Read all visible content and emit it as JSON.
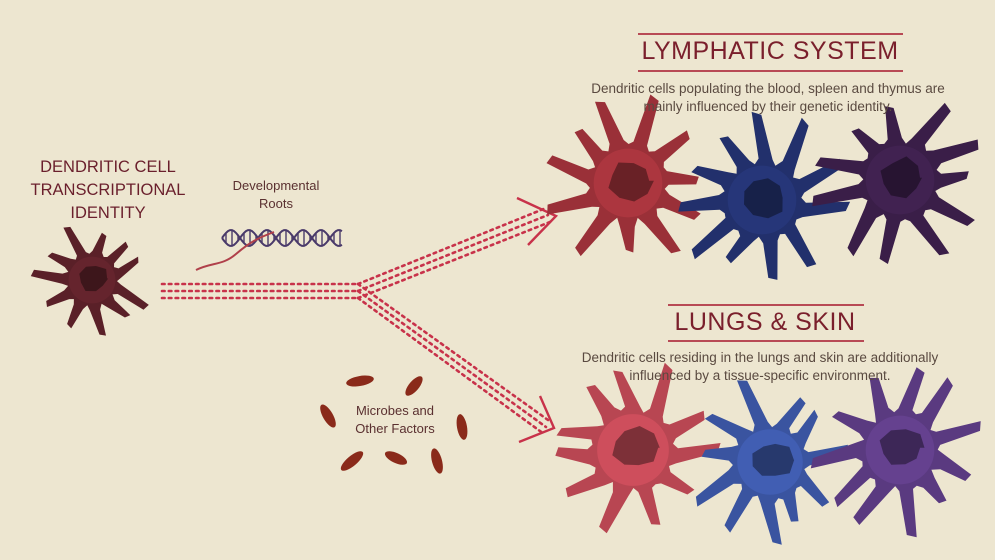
{
  "source": {
    "title": "DENDRITIC CELL TRANSCRIPTIONAL IDENTITY",
    "color": "#5a2028"
  },
  "inputs": {
    "genetic_label": "Developmental Roots",
    "environment_label": "Microbes and Other Factors"
  },
  "lymphatic": {
    "title": "LYMPHATIC SYSTEM",
    "description": "Dendritic cells populating the blood, spleen and thymus are mainly influenced by their genetic identity.",
    "cells": [
      {
        "name": "red-dendritic-cell",
        "color": "#9a3038"
      },
      {
        "name": "blue-dendritic-cell",
        "color": "#22306c"
      },
      {
        "name": "purple-dendritic-cell",
        "color": "#3a1e48"
      }
    ]
  },
  "lungs_skin": {
    "title": "LUNGS & SKIN",
    "description": "Dendritic cells residing in the lungs and skin are additionally influenced by a tissue-specific environment.",
    "cells": [
      {
        "name": "red-dendritic-cell",
        "color": "#b84652"
      },
      {
        "name": "blue-dendritic-cell",
        "color": "#3a54a0"
      },
      {
        "name": "purple-dendritic-cell",
        "color": "#5a3a80"
      }
    ]
  },
  "colors": {
    "background": "#ede6d0",
    "arrow": "#c8324a",
    "dna_strand": "#4a3a6a",
    "microbe": "#8a2a1a"
  }
}
